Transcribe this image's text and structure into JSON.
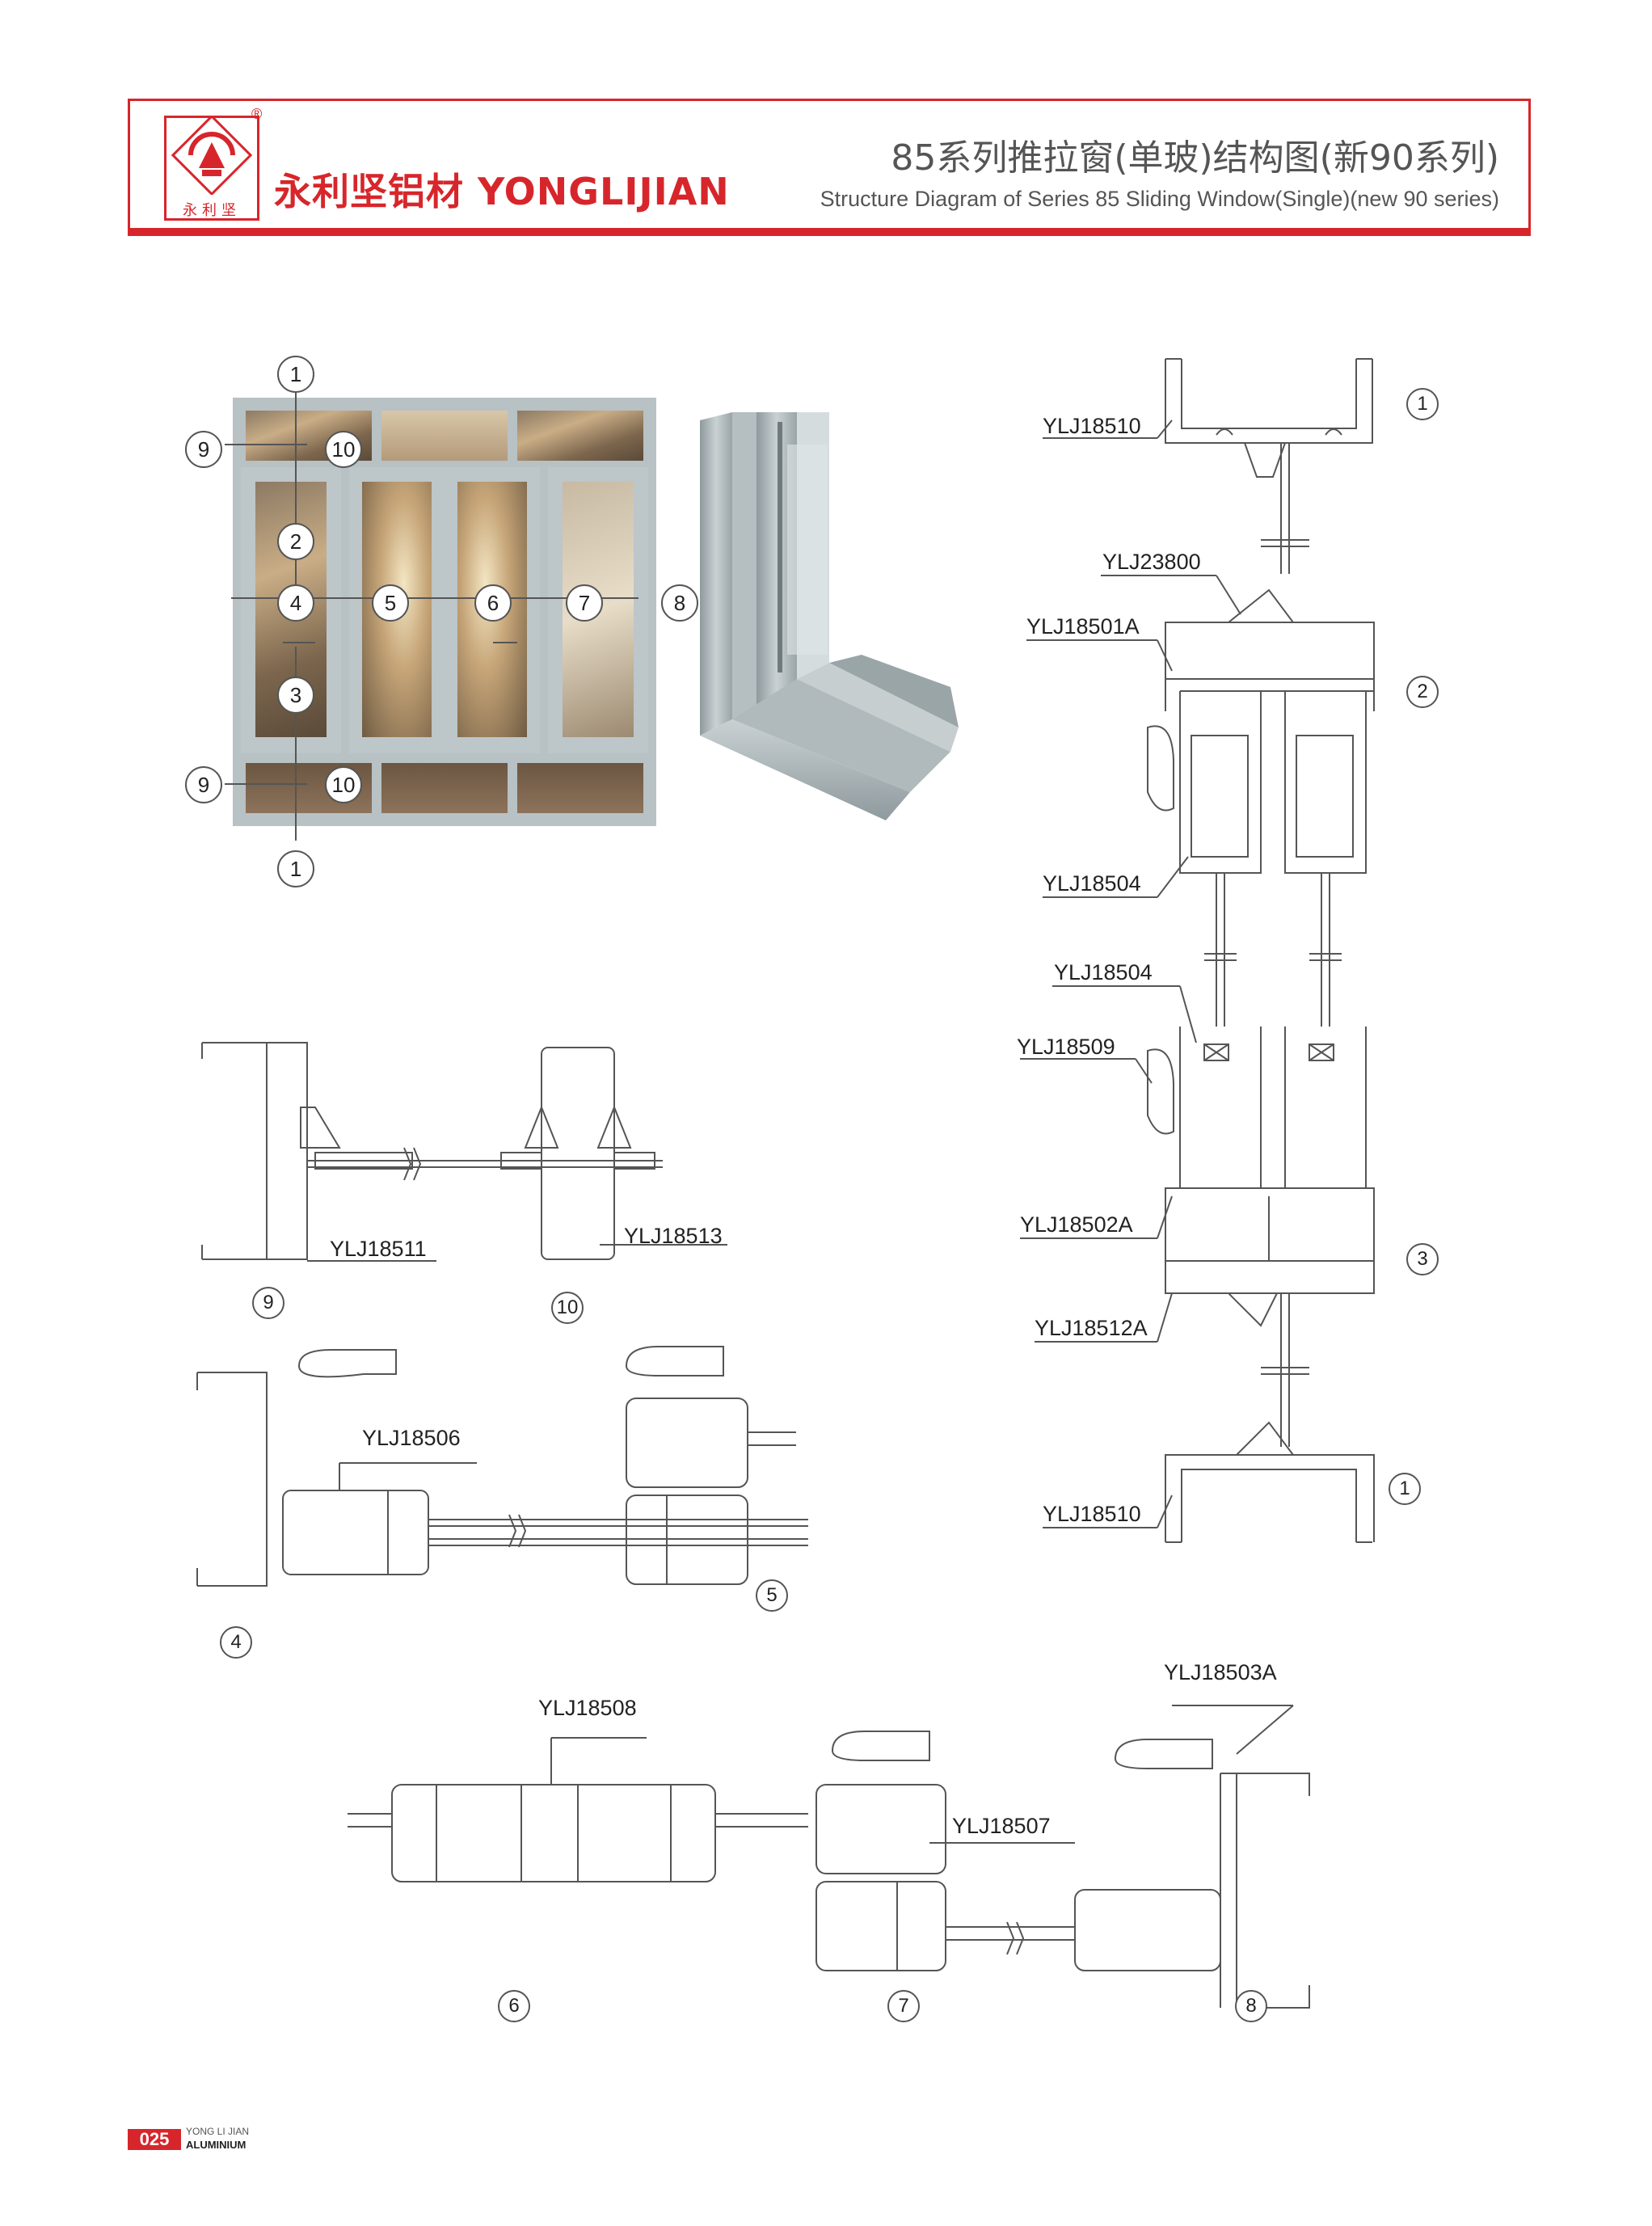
{
  "header": {
    "logo_sub": "永利坚",
    "logo_reg": "®",
    "brand": "永利坚铝材 YONGLIJIAN",
    "title_cn": "85系列推拉窗(单玻)结构图(新90系列)",
    "title_en": "Structure Diagram of Series 85 Sliding Window(Single)(new 90 series)"
  },
  "overview_numbers": [
    "1",
    "9",
    "10",
    "2",
    "4",
    "5",
    "6",
    "7",
    "8",
    "3",
    "9",
    "10",
    "1"
  ],
  "codes": {
    "c18510_top": "YLJ18510",
    "c23800": "YLJ23800",
    "c18501A": "YLJ18501A",
    "c18504_a": "YLJ18504",
    "c18504_b": "YLJ18504",
    "c18509": "YLJ18509",
    "c18502A": "YLJ18502A",
    "c18512A": "YLJ18512A",
    "c18510_bottom": "YLJ18510",
    "c18511": "YLJ18511",
    "c18513": "YLJ18513",
    "c18506": "YLJ18506",
    "c18508": "YLJ18508",
    "c18507": "YLJ18507",
    "c18503A": "YLJ18503A"
  },
  "section_numbers": {
    "n1_top": "1",
    "n2": "2",
    "n3": "3",
    "n1_bottom": "1",
    "n9": "9",
    "n10": "10",
    "n4": "4",
    "n5": "5",
    "n6": "6",
    "n7": "7",
    "n8": "8"
  },
  "footer": {
    "page": "025",
    "line1": "YONG LI JIAN",
    "line2": "ALUMINIUM"
  },
  "colors": {
    "brand_red": "#d7262b",
    "line": "#555555"
  }
}
